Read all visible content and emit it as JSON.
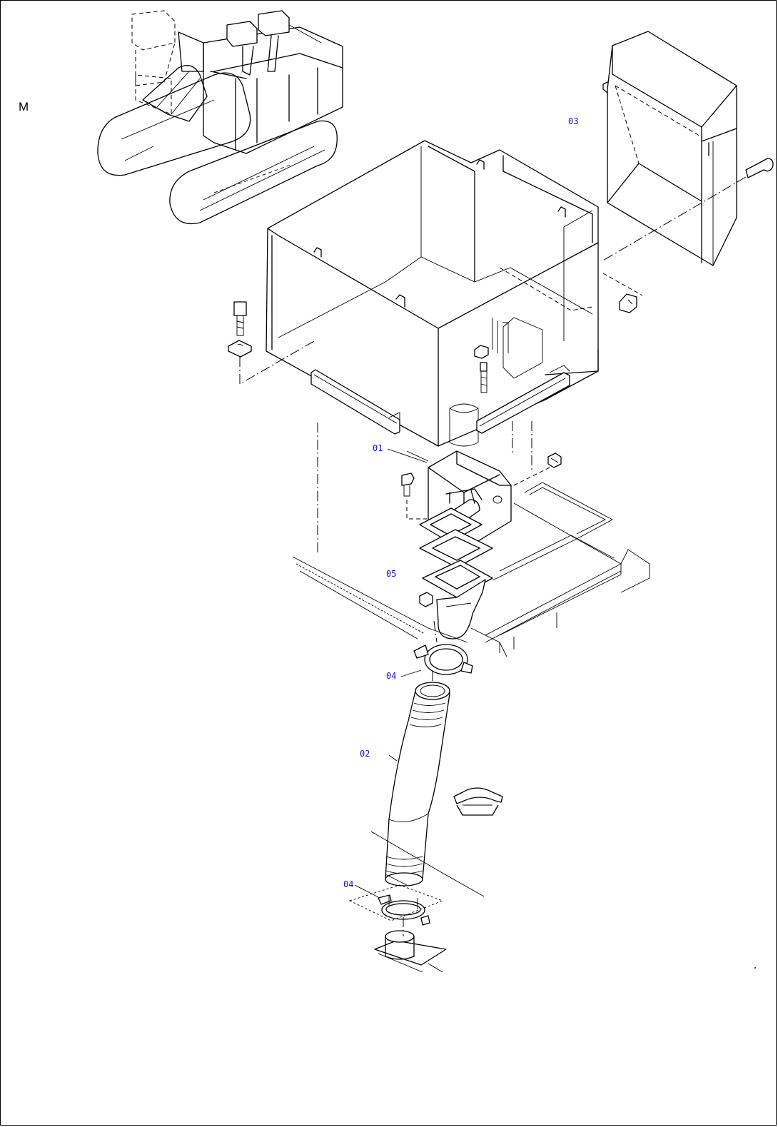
{
  "view_letter": "M",
  "callouts": {
    "part_01": "01",
    "part_02": "02",
    "part_03": "03",
    "part_04_upper": "04",
    "part_04_lower": "04",
    "part_05": "05"
  },
  "colors": {
    "line": "#000000",
    "callout_text": "#1010d0",
    "background": "#ffffff"
  }
}
